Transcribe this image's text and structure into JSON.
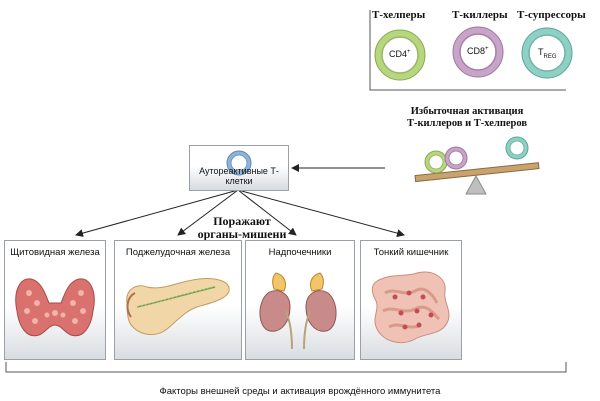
{
  "top_cells": [
    {
      "title": "Т-хелперы",
      "label": "CD4",
      "sup": "+",
      "sub": "",
      "color": "#b7d77c"
    },
    {
      "title": "Т-киллеры",
      "label": "CD8",
      "sup": "+",
      "sub": "",
      "color": "#c9a4c9"
    },
    {
      "title": "Т-супрессоры",
      "label": "T",
      "sup": "",
      "sub": "REG",
      "color": "#8fd0c5"
    }
  ],
  "activation_text": {
    "line1": "Избыточная активация",
    "line2": "Т-киллеров и Т-хелперов"
  },
  "central_box": {
    "label": "Аутореактивные Т-клетки",
    "cell_color": "#8fb3d9"
  },
  "attack_text": {
    "line1": "Поражают",
    "line2": "органы-мишени"
  },
  "organs": [
    {
      "title": "Щитовидная железа",
      "icon": "thyroid-icon"
    },
    {
      "title": "Поджелудочная железа",
      "icon": "pancreas-icon"
    },
    {
      "title": "Надпочечники",
      "icon": "kidneys-adrenals-icon"
    },
    {
      "title": "Тонкий кишечник",
      "icon": "small-intestine-icon"
    }
  ],
  "footer": "Факторы внешней среды и активация врождённого иммунитета"
}
